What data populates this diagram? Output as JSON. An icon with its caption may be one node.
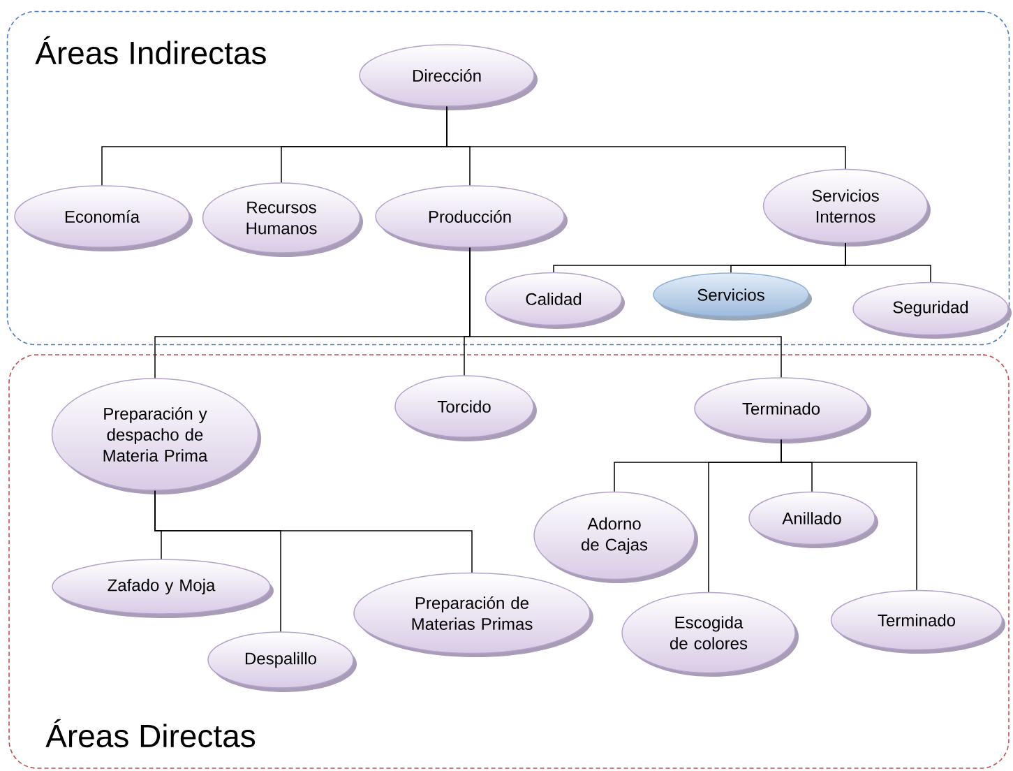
{
  "diagram": {
    "nodes": [
      {
        "text": [
          "Áreas Indirectas"
        ]
      },
      {
        "text": [
          "Dirección"
        ],
        "in": 0
      },
      {
        "text": [
          "Economía"
        ],
        "in": 0
      },
      {
        "text": [
          "Recursos Humanos"
        ],
        "in": 0
      },
      {
        "text": [
          "Producción"
        ],
        "in": 0
      },
      {
        "text": [
          "Servicios Internos"
        ],
        "in": 0
      },
      {
        "text": [
          "Calidad"
        ],
        "in": 0
      },
      {
        "text": [
          "Servicios"
        ],
        "in": 0
      },
      {
        "text": [
          "Seguridad"
        ],
        "in": 0
      },
      {
        "text": [
          "Áreas Directas"
        ]
      },
      {
        "text": [
          "Preparación y despacho de Materia Prima"
        ],
        "in": 9
      },
      {
        "text": [
          "Torcido"
        ],
        "in": 9
      },
      {
        "text": [
          "Terminado"
        ],
        "in": 9
      },
      {
        "text": [
          "Zafado y Moja"
        ],
        "in": 9
      },
      {
        "text": [
          "Despalillo"
        ],
        "in": 9
      },
      {
        "text": [
          "Preparación de Materias Primas"
        ],
        "in": 9
      },
      {
        "text": [
          "Adorno de Cajas"
        ],
        "in": 9
      },
      {
        "text": [
          "Escogida de colores"
        ],
        "in": 9
      },
      {
        "text": [
          "Anillado"
        ],
        "in": 9
      },
      {
        "text": [
          "Terminado"
        ],
        "in": 9
      }
    ],
    "edges": [
      {
        "from": 1,
        "to": 2,
        "arrow": "none"
      },
      {
        "from": 1,
        "to": 3,
        "arrow": "none"
      },
      {
        "from": 1,
        "to": 4,
        "arrow": "none"
      },
      {
        "from": 1,
        "to": 5,
        "arrow": "none"
      },
      {
        "from": 5,
        "to": 6,
        "arrow": "none"
      },
      {
        "from": 5,
        "to": 7,
        "arrow": "none"
      },
      {
        "from": 5,
        "to": 8,
        "arrow": "none"
      },
      {
        "from": 4,
        "to": 10,
        "arrow": "none"
      },
      {
        "from": 4,
        "to": 11,
        "arrow": "none"
      },
      {
        "from": 4,
        "to": 12,
        "arrow": "none"
      },
      {
        "from": 10,
        "to": 13,
        "arrow": "none"
      },
      {
        "from": 10,
        "to": 14,
        "arrow": "none"
      },
      {
        "from": 10,
        "to": 15,
        "arrow": "none"
      },
      {
        "from": 12,
        "to": 16,
        "arrow": "none"
      },
      {
        "from": 12,
        "to": 17,
        "arrow": "none"
      },
      {
        "from": 12,
        "to": 18,
        "arrow": "none"
      },
      {
        "from": 12,
        "to": 19,
        "arrow": "none"
      }
    ]
  }
}
